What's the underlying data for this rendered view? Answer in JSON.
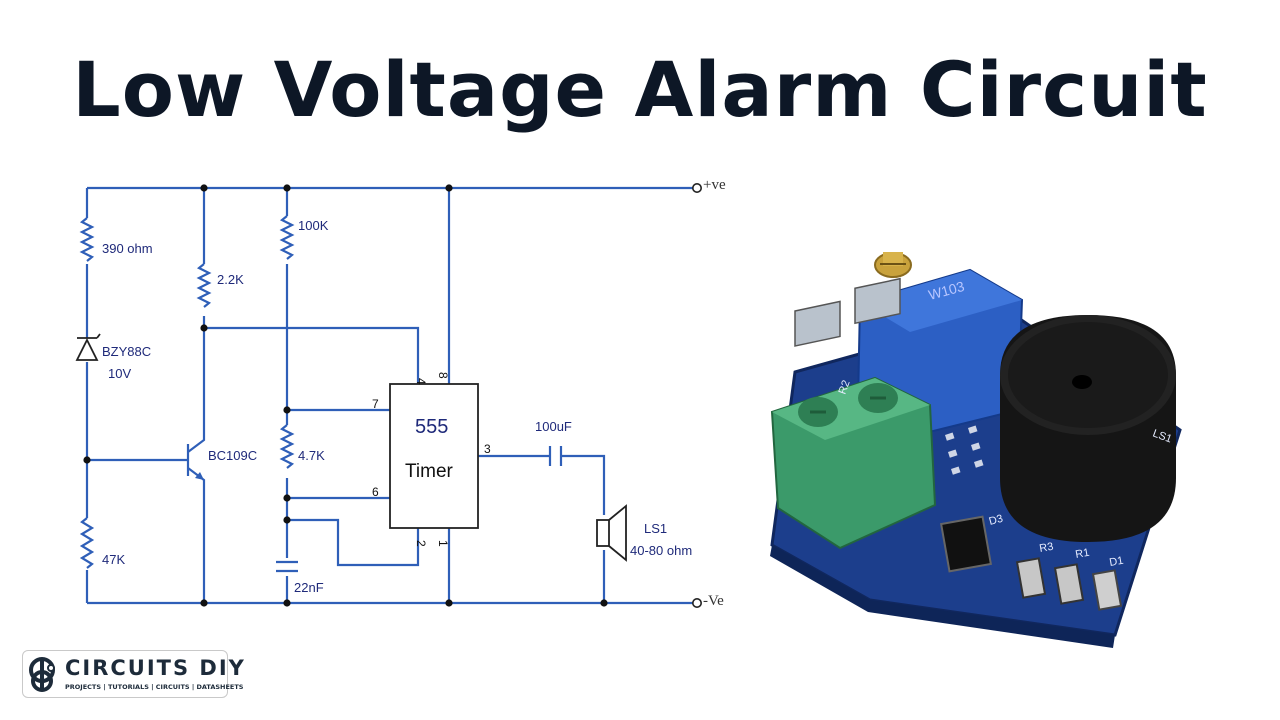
{
  "title": "Low Voltage Alarm Circuit",
  "schematic": {
    "terminals": {
      "positive": "+ve",
      "negative": "-Ve"
    },
    "components": {
      "r1": "390 ohm",
      "zener_part": "BZY88C",
      "zener_voltage": "10V",
      "r2": "2.2K",
      "r3": "100K",
      "r4": "4.7K",
      "r5": "47K",
      "transistor": "BC109C",
      "timer_ic": "555",
      "timer_label": "Timer",
      "capacitor_out": "100uF",
      "capacitor_timing": "22nF",
      "speaker": "LS1",
      "speaker_impedance": "40-80 ohm"
    },
    "pins": {
      "p1": "1",
      "p2": "2",
      "p3": "3",
      "p4": "4",
      "p6": "6",
      "p7": "7",
      "p8": "8"
    }
  },
  "module": {
    "trimmer_marking": "W103",
    "silk": {
      "r2": "R2",
      "r3": "R3",
      "r1": "R1",
      "d1": "D1",
      "d3": "D3",
      "ls": "LS1"
    }
  },
  "logo": {
    "brand": "CIRCUITS DIY",
    "tagline": "PROJECTS | TUTORIALS | CIRCUITS | DATASHEETS"
  },
  "colors": {
    "wire": "#2f5fb8",
    "title": "#0d1726",
    "label": "#1f2a7a",
    "pcb": "#1c3e8c",
    "terminal_block": "#3b9a6a",
    "buzzer": "#151515"
  }
}
